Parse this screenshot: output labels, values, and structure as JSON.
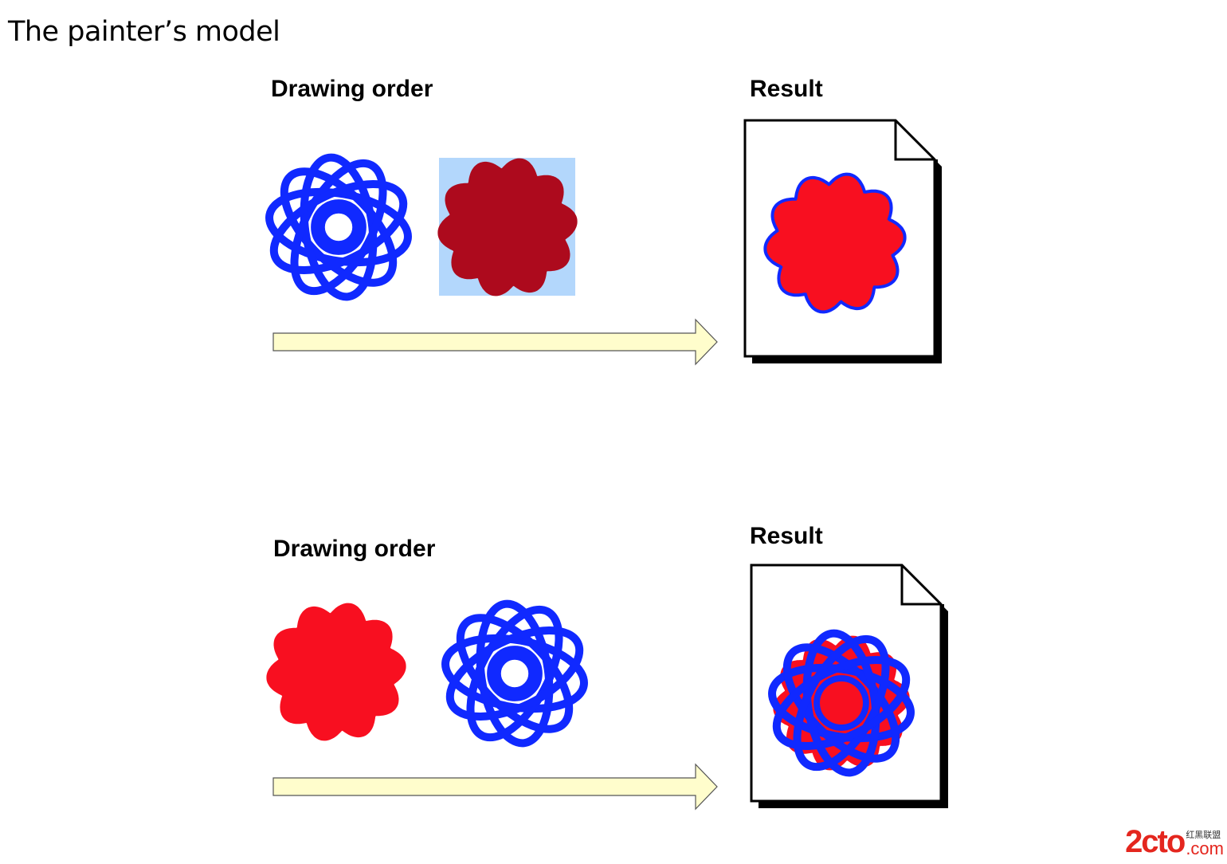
{
  "title": "The painter’s model",
  "colors": {
    "blue_stroke": "#1029ff",
    "dark_red": "#ad0a1d",
    "red": "#f80f20",
    "highlight_box": "#b3d7fc",
    "arrow_fill": "#fffdcc",
    "arrow_stroke": "#555555",
    "page_shadow": "#000000"
  },
  "sections": [
    {
      "drawing_order_label": "Drawing order",
      "result_label": "Result",
      "order": [
        "blue-ellipse-rosette",
        "dark-red-flower-selected"
      ],
      "result_description": "red flower covers rosette; blue outline visible at edge"
    },
    {
      "drawing_order_label": "Drawing order",
      "result_label": "Result",
      "order": [
        "red-flower",
        "blue-ellipse-rosette"
      ],
      "result_description": "blue rosette drawn on top of red flower"
    }
  ],
  "watermark": {
    "big": "2cto",
    "cn": "红黑联盟",
    "com": ".com"
  }
}
